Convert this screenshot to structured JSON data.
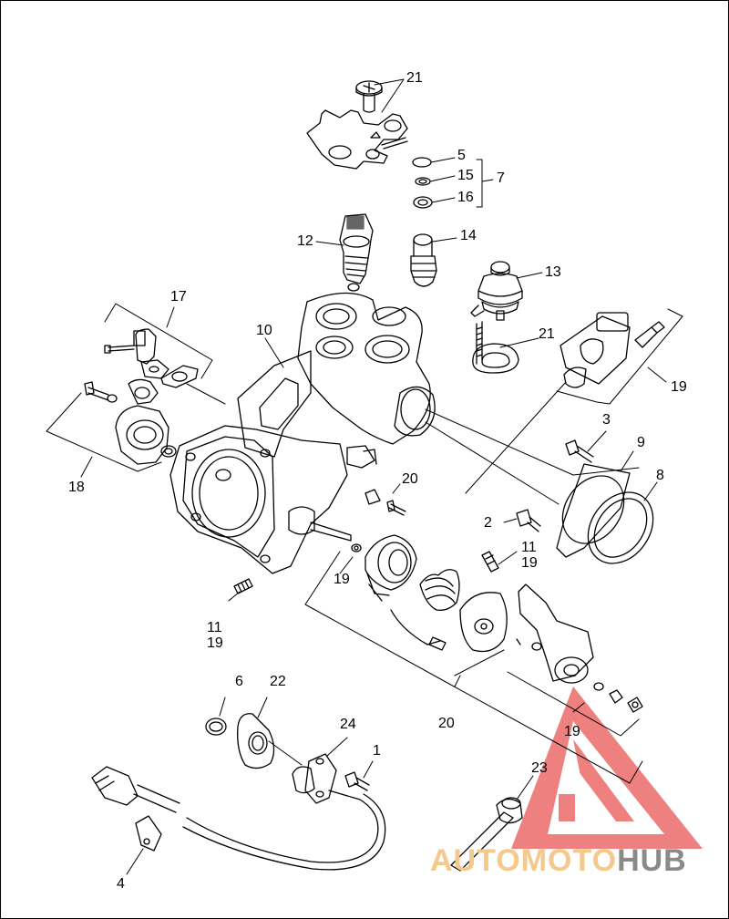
{
  "callouts": [
    {
      "id": "n21a",
      "text": "21"
    },
    {
      "id": "n5",
      "text": "5"
    },
    {
      "id": "n15",
      "text": "15"
    },
    {
      "id": "n7",
      "text": "7"
    },
    {
      "id": "n16",
      "text": "16"
    },
    {
      "id": "n12",
      "text": "12"
    },
    {
      "id": "n14",
      "text": "14"
    },
    {
      "id": "n13",
      "text": "13"
    },
    {
      "id": "n17",
      "text": "17"
    },
    {
      "id": "n10",
      "text": "10"
    },
    {
      "id": "n21b",
      "text": "21"
    },
    {
      "id": "n19a",
      "text": "19"
    },
    {
      "id": "n3",
      "text": "3"
    },
    {
      "id": "n9",
      "text": "9"
    },
    {
      "id": "n8",
      "text": "8"
    },
    {
      "id": "n18",
      "text": "18"
    },
    {
      "id": "n20a",
      "text": "20"
    },
    {
      "id": "n2",
      "text": "2"
    },
    {
      "id": "n11a",
      "text": "11"
    },
    {
      "id": "n19b",
      "text": "19"
    },
    {
      "id": "n19c",
      "text": "19"
    },
    {
      "id": "n11b",
      "text": "11"
    },
    {
      "id": "n19d",
      "text": "19"
    },
    {
      "id": "n6",
      "text": "6"
    },
    {
      "id": "n22",
      "text": "22"
    },
    {
      "id": "n20b",
      "text": "20"
    },
    {
      "id": "n19e",
      "text": "19"
    },
    {
      "id": "n24",
      "text": "24"
    },
    {
      "id": "n1",
      "text": "1"
    },
    {
      "id": "n23",
      "text": "23"
    },
    {
      "id": "n4",
      "text": "4"
    }
  ],
  "watermark": {
    "part1": "AUTOMOTO",
    "part2": "HUB",
    "color_red": "#e85555",
    "color_orange": "#f5c98c",
    "color_gray": "#8a8a8a"
  }
}
